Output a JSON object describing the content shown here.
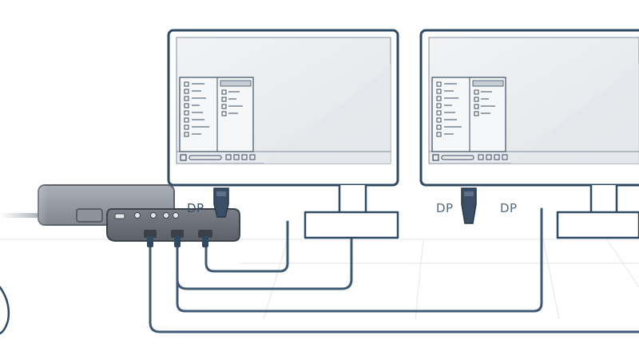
{
  "labels": {
    "dp_hub": "DP",
    "dp_mid": "DP",
    "dp_right": "DP"
  },
  "colors": {
    "outline": "#2f4a63",
    "cable": "#3f5873",
    "hub_body": "#6f747d",
    "hub_top": "#9aa0a8",
    "screen_bg": "#eceef0",
    "floor_line": "#dde3ea"
  }
}
